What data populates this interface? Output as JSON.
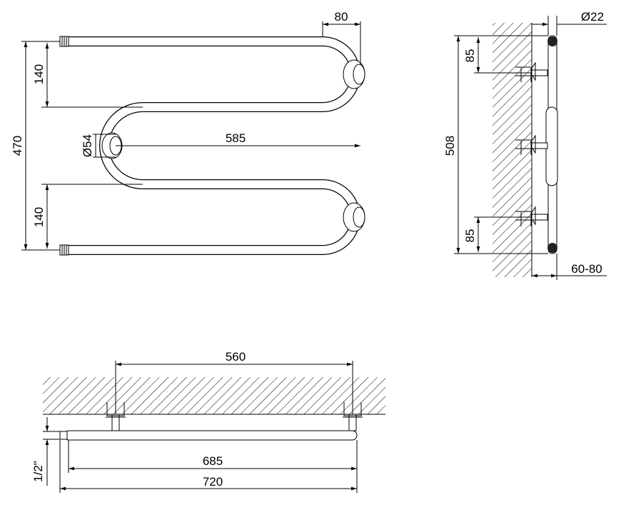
{
  "drawing": {
    "front_view": {
      "dim_top_offset": "80",
      "dim_upper_loop": "140",
      "dim_total_height": "470",
      "dim_bend_diameter": "Ø54",
      "dim_inner_length": "585",
      "dim_lower_loop": "140"
    },
    "side_view": {
      "dim_pipe_diameter": "Ø22",
      "dim_top_mount": "85",
      "dim_height": "508",
      "dim_bottom_mount": "85",
      "dim_wall_distance": "60-80"
    },
    "top_view": {
      "dim_mount_spacing": "560",
      "dim_inner_width": "685",
      "dim_total_width": "720",
      "dim_thread": "1/2\""
    }
  }
}
